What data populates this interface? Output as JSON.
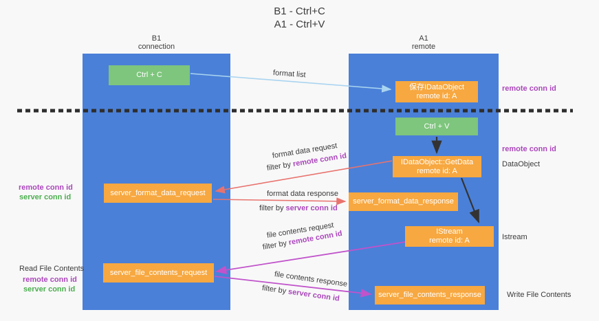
{
  "colors": {
    "column_blue": "#4a80d8",
    "box_orange": "#f7a840",
    "box_green": "#7ec57d",
    "arrow_light_blue": "#a9d4f0",
    "arrow_salmon": "#e8736e",
    "arrow_magenta": "#c153cb",
    "arrow_black": "#333333",
    "conn_id_purple": "#ab47bc",
    "conn_id_green": "#4cae4f"
  },
  "title": {
    "line1": "B1 - Ctrl+C",
    "line2": "A1 - Ctrl+V"
  },
  "columns": {
    "left": {
      "name": "B1",
      "role": "connection"
    },
    "right": {
      "name": "A1",
      "role": "remote"
    }
  },
  "boxes": {
    "ctrl_c": {
      "label": "Ctrl + C"
    },
    "save_idataobject": {
      "line1": "保存IDataObject",
      "line2": "remote id: A"
    },
    "ctrl_v": {
      "label": "Ctrl + V"
    },
    "getdata": {
      "line1": "IDataObject::GetData",
      "line2": "remote id: A"
    },
    "format_request": {
      "label": "server_format_data_request"
    },
    "format_response": {
      "label": "server_format_data_response"
    },
    "istream": {
      "line1": "IStream",
      "line2": "remote id: A"
    },
    "file_request": {
      "label": "server_file_contents_request"
    },
    "file_response": {
      "label": "server_file_contents_response"
    }
  },
  "flow_labels": {
    "format_list": "format list",
    "format_data_request": "format data request",
    "format_data_response": "format data response",
    "file_contents_request": "file contents request",
    "file_contents_response": "file contents response",
    "filter_by": "filter by",
    "remote_conn_id": "remote conn id",
    "server_conn_id": "server conn id"
  },
  "side_labels": {
    "remote_conn_id": "remote conn id",
    "server_conn_id": "server conn id",
    "dataobject": "DataObject",
    "istream": "Istream",
    "read_file_contents": "Read File Contents",
    "write_file_contents": "Write File Contents"
  }
}
